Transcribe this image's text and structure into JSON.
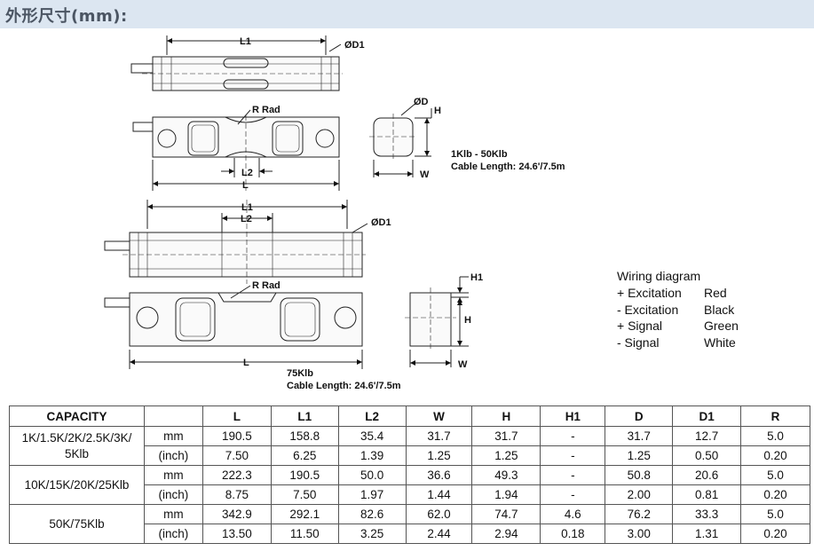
{
  "header": {
    "title": "外形尺寸(mm):"
  },
  "drawing_small": {
    "labels": {
      "l1": "L1",
      "d1": "ØD1",
      "r_rad": "R Rad",
      "l2": "L2",
      "l": "L",
      "d": "ØD",
      "h": "H",
      "w": "W"
    },
    "capacity_note": "1Klb - 50Klb",
    "cable_note": "Cable Length: 24.6'/7.5m"
  },
  "drawing_large": {
    "labels": {
      "l1": "L1",
      "l2": "L2",
      "d1": "ØD1",
      "r_rad": "R Rad",
      "l": "L",
      "h1": "H1",
      "h": "H",
      "w": "W"
    },
    "capacity_note": "75Klb",
    "cable_note": "Cable Length: 24.6'/7.5m"
  },
  "wiring": {
    "title": "Wiring diagram",
    "rows": [
      {
        "signal": "+ Excitation",
        "color": "Red"
      },
      {
        "signal": "- Excitation",
        "color": "Black"
      },
      {
        "signal": "+ Signal",
        "color": "Green"
      },
      {
        "signal": "- Signal",
        "color": "White"
      }
    ]
  },
  "spec_table": {
    "headers": [
      "CAPACITY",
      "",
      "L",
      "L1",
      "L2",
      "W",
      "H",
      "H1",
      "D",
      "D1",
      "R"
    ],
    "groups": [
      {
        "capacity": "1K/1.5K/2K/2.5K/3K/ 5Klb",
        "rows": [
          {
            "unit": "mm",
            "values": [
              "190.5",
              "158.8",
              "35.4",
              "31.7",
              "31.7",
              "-",
              "31.7",
              "12.7",
              "5.0"
            ]
          },
          {
            "unit": "(inch)",
            "values": [
              "7.50",
              "6.25",
              "1.39",
              "1.25",
              "1.25",
              "-",
              "1.25",
              "0.50",
              "0.20"
            ]
          }
        ]
      },
      {
        "capacity": "10K/15K/20K/25Klb",
        "rows": [
          {
            "unit": "mm",
            "values": [
              "222.3",
              "190.5",
              "50.0",
              "36.6",
              "49.3",
              "-",
              "50.8",
              "20.6",
              "5.0"
            ]
          },
          {
            "unit": "(inch)",
            "values": [
              "8.75",
              "7.50",
              "1.97",
              "1.44",
              "1.94",
              "-",
              "2.00",
              "0.81",
              "0.20"
            ]
          }
        ]
      },
      {
        "capacity": "50K/75Klb",
        "rows": [
          {
            "unit": "mm",
            "values": [
              "342.9",
              "292.1",
              "82.6",
              "62.0",
              "74.7",
              "4.6",
              "76.2",
              "33.3",
              "5.0"
            ]
          },
          {
            "unit": "(inch)",
            "values": [
              "13.50",
              "11.50",
              "3.25",
              "2.44",
              "2.94",
              "0.18",
              "3.00",
              "1.31",
              "0.20"
            ]
          }
        ]
      }
    ]
  }
}
